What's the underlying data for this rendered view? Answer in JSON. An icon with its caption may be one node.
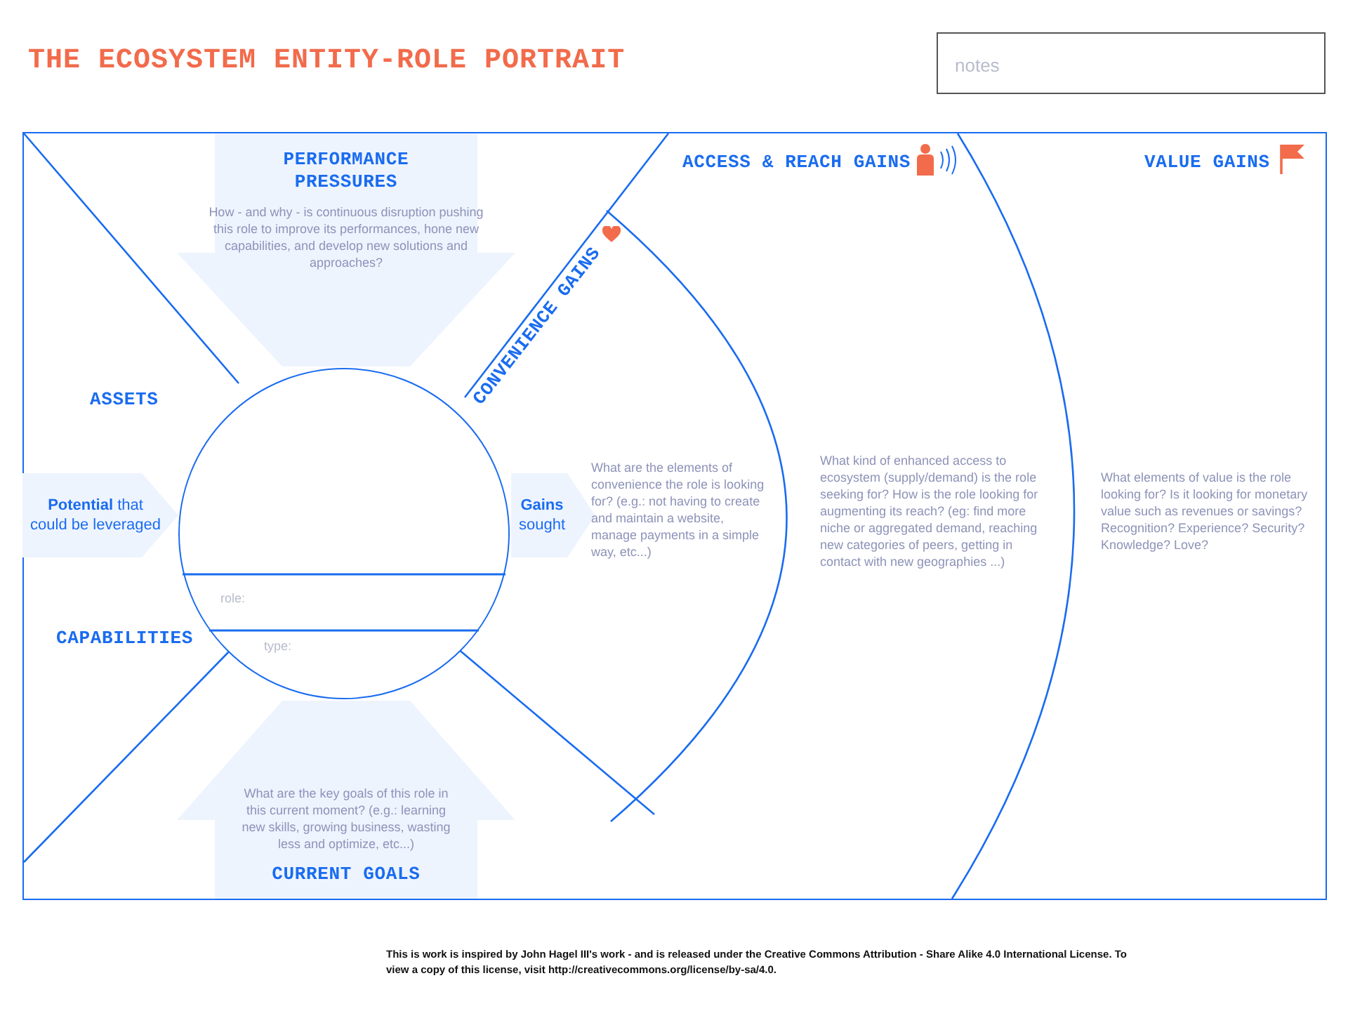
{
  "diagram": {
    "title": "THE ECOSYSTEM ENTITY-ROLE PORTRAIT",
    "nodes": [
      {
        "text": [
          "notes"
        ]
      },
      {
        "text": [
          "PERFORMANCE PRESSURES",
          "How - and why - is continuous disruption pushing this role to improve its performances, hone new capabilities, and develop new solutions and approaches?"
        ]
      },
      {
        "text": [
          "**Potential** that could be leveraged"
        ]
      },
      {
        "text": [
          "role:",
          "type:"
        ]
      },
      {
        "text": [
          "**Gains** sought"
        ]
      },
      {
        "text": [
          "What are the key goals of this role in this current moment? (e.g.: learning new skills, growing business, wasting less and optimize, etc...)",
          "CURRENT GOALS"
        ]
      }
    ],
    "labels": [
      "ASSETS",
      "CONVENIENCE GAINS",
      "ACCESS & REACH GAINS",
      "VALUE GAINS",
      "What are the elements of convenience the role is looking for? (e.g.: not having to create and maintain a website, manage payments in a simple way, etc...)",
      "What kind of enhanced access to ecosystem (supply/demand) is the role seeking for? How is the role looking for augmenting its reach? (eg: find more niche or aggregated demand, reaching new categories of peers, getting in contact with new geographies ...)",
      "What elements of value is the role looking for? Is it looking for monetary value such as revenues or savings? Recognition? Experience? Security? Knowledge? Love?",
      "CAPABILITIES",
      "This is work is inspired by John Hagel III's work - and is released under the Creative Commons Attribution - Share Alike 4.0 International License. To view a copy of this license, visit http://creativecommons.org/license/by-sa/4.0."
    ]
  }
}
